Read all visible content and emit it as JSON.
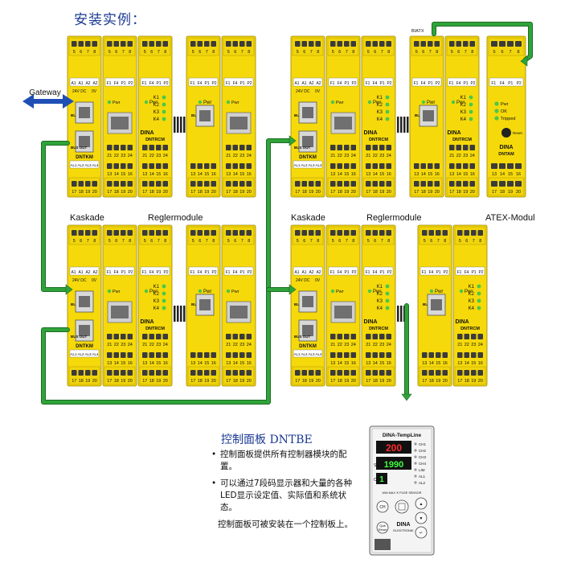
{
  "heading": "安装实例：",
  "gateway_label": "Gateway",
  "row_labels": {
    "kaskade_left": "Kaskade",
    "regler_left": "Reglermodule",
    "kaskade_right": "Kaskade",
    "regler_right": "Reglermodule",
    "atex": "ATEX-Modul"
  },
  "module_texts": {
    "terminals_top": [
      "5",
      "6",
      "7",
      "8"
    ],
    "terminals_mid": [
      "21",
      "22",
      "23",
      "24"
    ],
    "terminals_low": [
      "13",
      "14",
      "15",
      "16"
    ],
    "terminals_bottom": [
      "17",
      "18",
      "19",
      "20"
    ],
    "dntkm": "DNTKM",
    "dntrcm": "DNTRCM",
    "dntam": "DNTAM",
    "pwr": "Pwr",
    "k": [
      "K1",
      "K2",
      "K3",
      "K4"
    ],
    "bus_in": "BUS IN",
    "bus_out": "BUS OUT",
    "dina": "DINA",
    "elektronik": "ELEKTRONIK",
    "supply": "24V DC",
    "zero": "0V",
    "a_row": [
      "A1",
      "A1",
      "A2",
      "A2"
    ],
    "f_row": [
      "F1",
      "F4",
      "P1",
      "P2"
    ],
    "al_row": [
      "AL1",
      "AL2",
      "AL3",
      "AL4"
    ],
    "atex_top": "BIATX",
    "atex_leds": [
      "Pwr",
      "OK",
      "Tripped"
    ],
    "atex_reset": "Reset"
  },
  "panel": {
    "title": "控制面板",
    "code": "DNTBE",
    "bullet1": "控制面板提供所有控制器模块的配置。",
    "bullet2": "可以通过7段码显示器和大量的各种LED显示设定值、实际值和系统状态。",
    "note": "控制面板可被安装在一个控制板上。"
  },
  "device": {
    "brand": "DINA-TempLine",
    "display_top": "200",
    "display_mid": "1990",
    "display_small": "1",
    "side_labels": [
      "CH1",
      "CH2",
      "CH3",
      "CH4",
      "LIM",
      "AL1",
      "AL2"
    ],
    "sp": "SP",
    "ch": "CH",
    "footer": "MIN  MAX  ✕  FUSE  SENSOR",
    "btn_ch": "CH",
    "btn_quit": "Quit Reset",
    "logo": "DINA",
    "logo_sub": "ELEKTRONIK"
  },
  "colors": {
    "module_yellow": "#f5d90a",
    "module_dark": "#caa900",
    "cable_green": "#2fa33a",
    "gateway_blue": "#1f4fb5",
    "heading_blue": "#1b3a94"
  }
}
